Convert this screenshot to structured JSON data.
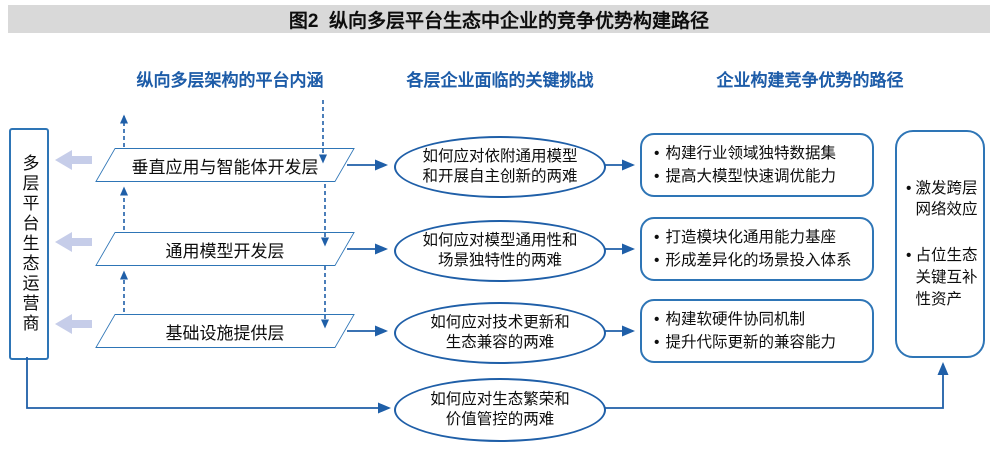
{
  "title": "图2  纵向多层平台生态中企业的竞争优势构建路径",
  "ui": {
    "bullet": "•"
  },
  "column_headers": {
    "platform": "纵向多层架构的平台内涵",
    "challenges": "各层企业面临的关键挑战",
    "paths": "企业构建竞争优势的路径"
  },
  "operator_box": {
    "label": "多层平台生态运营商"
  },
  "layers": [
    {
      "label": "垂直应用与智能体开发层"
    },
    {
      "label": "通用模型开发层"
    },
    {
      "label": "基础设施提供层"
    }
  ],
  "challenges": [
    {
      "line1": "如何应对依附通用模型",
      "line2": "和开展自主创新的两难"
    },
    {
      "line1": "如何应对模型通用性和",
      "line2": "场景独特性的两难"
    },
    {
      "line1": "如何应对技术更新和",
      "line2": "生态兼容的两难"
    },
    {
      "line1": "如何应对生态繁荣和",
      "line2": "价值管控的两难"
    }
  ],
  "paths": [
    {
      "item1": "构建行业领域独特数据集",
      "item2": "提高大模型快速调优能力"
    },
    {
      "item1": "打造模块化通用能力基座",
      "item2": "形成差异化的场景投入体系"
    },
    {
      "item1": "构建软硬件协同机制",
      "item2": "提升代际更新的兼容能力"
    }
  ],
  "outcome_box": {
    "item1": "激发跨层网络效应",
    "item2": "占位生态关键互补性资产"
  },
  "colors": {
    "accent_blue": "#1f5fa8",
    "shape_blue": "#2e75b6",
    "lavender": "#c6cde9",
    "title_bg": "#d9d9d9"
  }
}
